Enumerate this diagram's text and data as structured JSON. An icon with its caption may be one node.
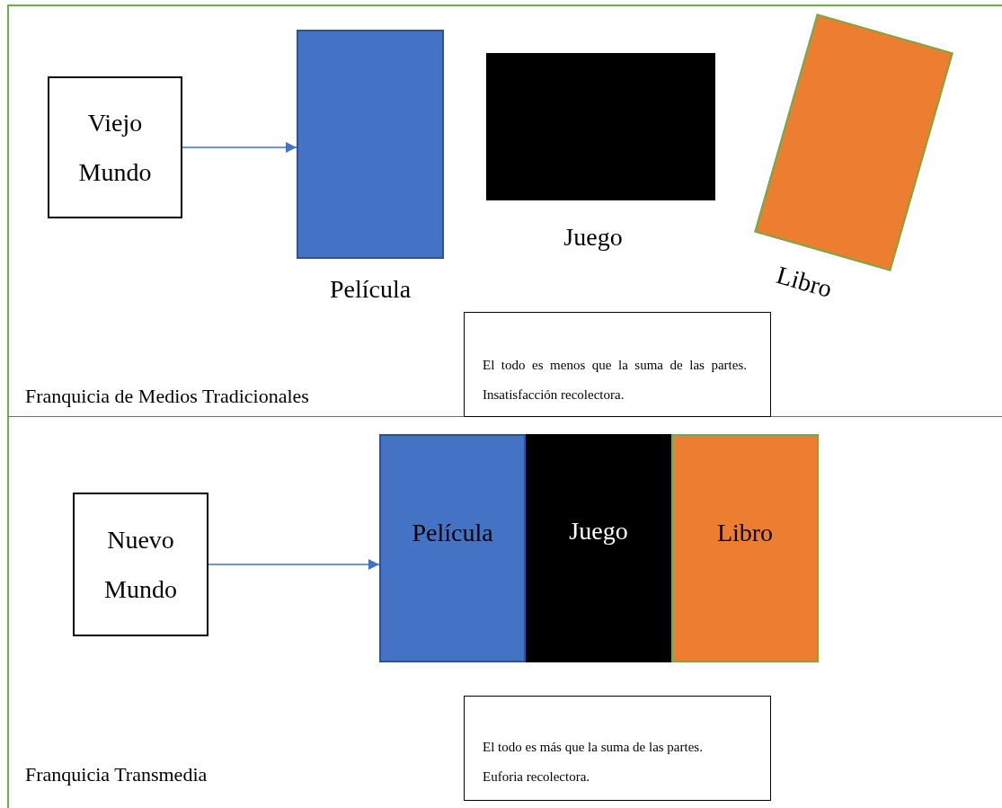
{
  "diagram": {
    "nodes": [
      {
        "text": [
          "Franquicia de Medios Tradicionales"
        ]
      },
      {
        "text": [
          "Viejo Mundo"
        ],
        "in": 0
      },
      {
        "text": [],
        "shape": "box",
        "beside": [
          "Película"
        ],
        "in": 0
      },
      {
        "text": [],
        "shape": "box",
        "beside": [
          "Juego"
        ],
        "in": 0
      },
      {
        "text": [],
        "shape": "box",
        "beside": [
          "Libro"
        ],
        "in": 0
      },
      {
        "text": [
          "El todo es menos que la suma de las partes. Insatisfacción recolectora."
        ],
        "in": 0
      },
      {
        "text": [
          "Franquicia Transmedia"
        ]
      },
      {
        "text": [
          "Nuevo Mundo"
        ],
        "in": 6
      },
      {
        "text": [
          "Película"
        ],
        "in": 6
      },
      {
        "text": [
          "Juego"
        ],
        "in": 6
      },
      {
        "text": [
          "Libro"
        ],
        "in": 6
      },
      {
        "text": [
          "El todo es más que la suma de las partes. Euforia recolectora."
        ],
        "in": 6
      }
    ],
    "edges": [
      {
        "from": 1,
        "to": 2,
        "arrow": "to"
      },
      {
        "from": 7,
        "to": 8,
        "arrow": "to"
      }
    ]
  }
}
